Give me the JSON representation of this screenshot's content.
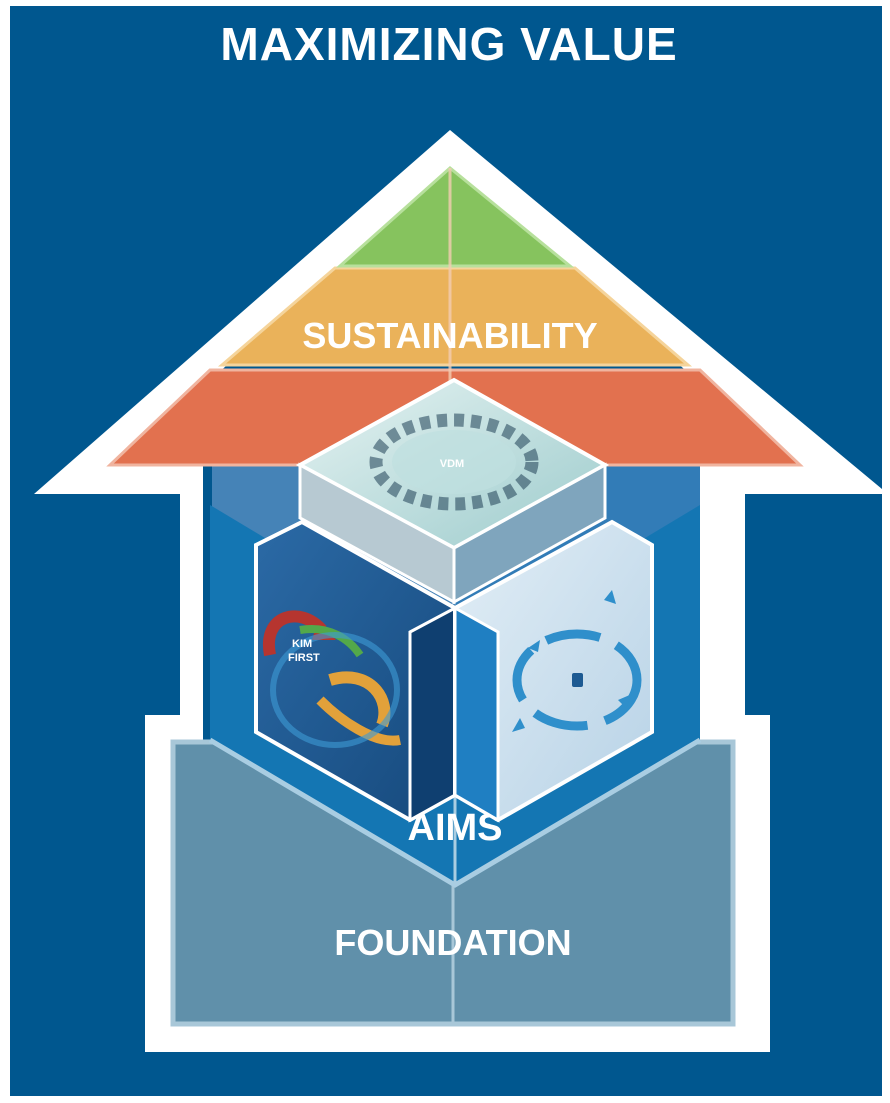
{
  "title": "MAXIMIZING VALUE",
  "layers": {
    "sustainability": "SUSTAINABILITY",
    "aims": "AIMS",
    "foundation": "FOUNDATION"
  },
  "cube_labels": {
    "top": "VDM",
    "left_line1": "KIM",
    "left_line2": "FIRST"
  },
  "colors": {
    "background": "#00578f",
    "arrow_outline": "#ffffff",
    "sustainability_top": "#86c35e",
    "sustainability_mid": "#eab25a",
    "sustainability_base": "#e2714f",
    "foundation": "#6090aa",
    "aims": "#1476b3",
    "cube_top": "#cfe6e6",
    "cube_left": "#1d5a92",
    "cube_right": "#c6dcea"
  },
  "icons": [
    "people-circle-icon",
    "cycle-arrows-icon",
    "rotation-arrows-icon"
  ]
}
